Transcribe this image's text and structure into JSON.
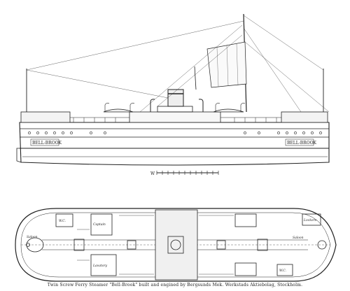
{
  "drawing": {
    "caption": "Twin Screw Ferry Steamer \"Bell-Brook\" built and engined by Bergsunds Mek. Werkstads Aktiebolag, Stockholm.",
    "scale_label": "W",
    "hull_name_bow": "BELL-BROOK",
    "hull_name_stern": "BELL-BROOK",
    "plan_labels": {
      "stern_saloon": "Saloon",
      "wc_fore": "W.C.",
      "captain": "Captain",
      "lavatory": "Lavatory",
      "bow_saloon": "Saloon",
      "wc_aft": "W.C.",
      "bow_lockers": "Lockers"
    },
    "colors": {
      "ink": "#222222",
      "paper": "#ffffff",
      "fill": "#eeeeee"
    }
  }
}
